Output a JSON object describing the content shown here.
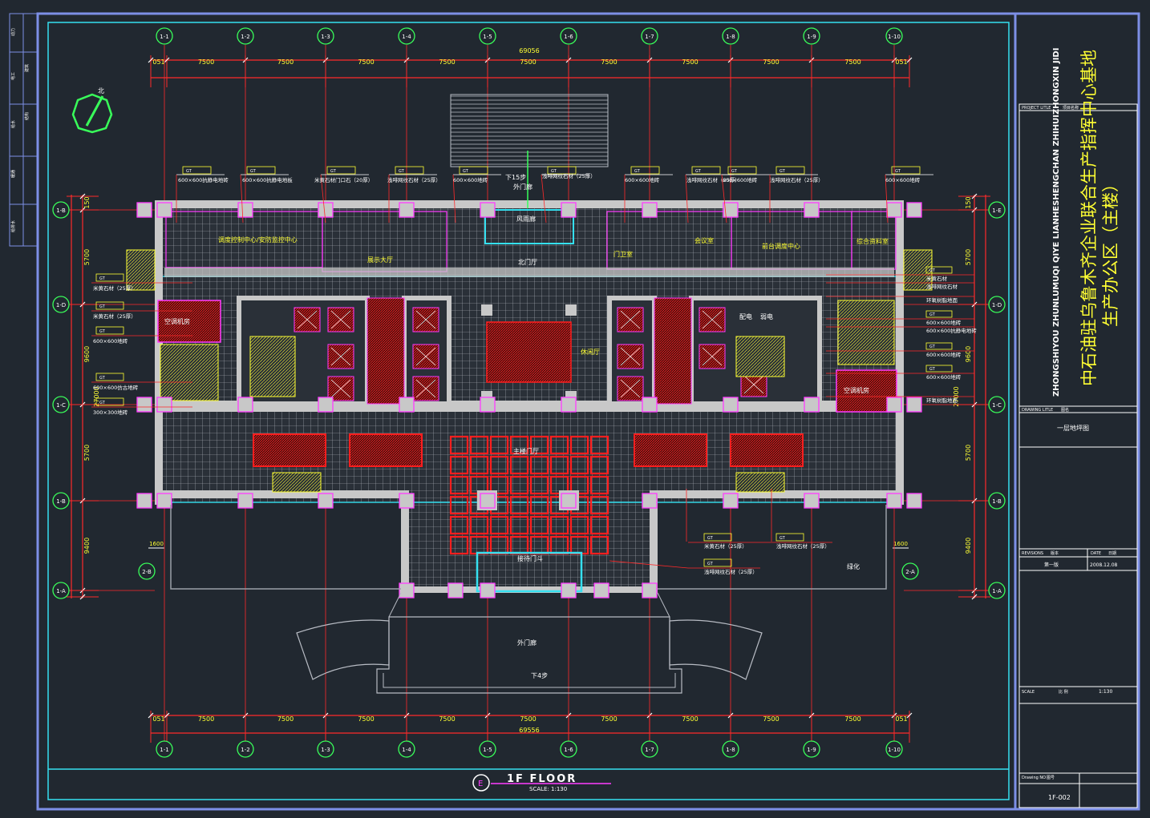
{
  "colors": {
    "background": "#212830",
    "frame": "#7d8fe6",
    "inner_frame": "#35e0f0",
    "wall": "#c8c8c8",
    "dim_line": "#ff2a2a",
    "dim_text": "#ffff33",
    "label_yellow": "#ffff33",
    "grid_circle": "#39ff5a",
    "red_hatch": "#ff1e1e",
    "magenta": "#ff3cff",
    "cyan": "#35e0f0",
    "green_edge": "#39ff5a"
  },
  "north_arrow_label": "北",
  "grid_columns_top": [
    "1-1",
    "1-2",
    "1-3",
    "1-4",
    "1-5",
    "1-6",
    "1-7",
    "1-8",
    "1-9",
    "1-10"
  ],
  "grid_columns_bottom": [
    "1-1",
    "1-2",
    "1-3",
    "1-4",
    "1-5",
    "1-6",
    "1-7",
    "1-8",
    "1-9",
    "1-10"
  ],
  "grid_rows_left": [
    "1-B",
    "1-D",
    "1-C",
    "1-B",
    "1-A"
  ],
  "grid_rows_right": [
    "1-E",
    "1-D",
    "1-C",
    "1-B",
    "1-A"
  ],
  "grid_minor": [
    "2-B",
    "2-A"
  ],
  "dims_top": {
    "total": "69056",
    "spans": [
      "051",
      "7500",
      "7500",
      "7500",
      "7500",
      "7500",
      "7500",
      "7500",
      "7500",
      "7500",
      "051"
    ]
  },
  "dims_bottom": {
    "total": "69556",
    "spans": [
      "051",
      "7500",
      "7500",
      "7500",
      "7500",
      "7500",
      "7500",
      "7500",
      "7500",
      "7500",
      "051"
    ]
  },
  "dims_left": {
    "total": "27000",
    "spans": [
      "150",
      "5700",
      "9600",
      "5700",
      "9400",
      "150"
    ]
  },
  "dims_right": {
    "total": "27000",
    "spans": [
      "150",
      "5700",
      "9600",
      "5700",
      "9400",
      "150"
    ]
  },
  "dims_side_small": [
    "1600",
    "1600"
  ],
  "top_callouts": [
    "600×600抗静电地砖",
    "600×600抗静电地板",
    "米黄石材门口石（20厚）",
    "浅啡网纹石材（25厚）",
    "600×600地砖",
    "浅啡网纹石材（25厚）",
    "600×600地砖",
    "浅啡网纹石材（25厚）",
    "600×600地砖",
    "浅啡网纹石材（25厚）",
    "600×600地砖"
  ],
  "left_callouts": [
    "米黄石材（25厚）",
    "米黄石材（25厚）",
    "600×600地砖",
    "600×600仿古地砖",
    "300×300地砖"
  ],
  "right_callouts": [
    "米黄石材",
    "浅啡网纹石材",
    "环氧树脂地面",
    "600×600地砖",
    "600×600抗静电地砖",
    "600×600地砖",
    "600×600地砖",
    "环氧树脂地面"
  ],
  "bottom_callouts": [
    "米黄石材（25厚）",
    "浅啡网纹石材（25厚）",
    "浅啡网纹石材（25厚）"
  ],
  "callout_tag": "GT",
  "rooms": {
    "monitor_center": "调度控制中心/安防监控中心",
    "corridor_small": "展示大厅",
    "vestibule": "风雨廊",
    "north_hall": "北门厅",
    "down_steps_top": "下15步",
    "entry_gate": "外门廊",
    "ac_left": "空调机房",
    "ac_right": "空调机房",
    "rest_hall": "休闲厅",
    "main_hall": "主楼门厅",
    "entrance": "接待门斗",
    "porch": "外门廊",
    "down_steps_bottom": "下4步",
    "planting": "绿化",
    "office_a": "会议室",
    "office_b": "前台调度中心",
    "office_c": "综合资料室",
    "hardware": "门卫室",
    "electric": "配电",
    "weak": "弱电"
  },
  "title_block": {
    "side_cells": [
      "动力",
      "电工",
      "给水",
      "暖通",
      "给排水",
      "建筑",
      "结构"
    ],
    "project_title_label": "PROJECT LITLE",
    "project_title_cn": "项目名称",
    "project_name_pinyin_1": "ZHONGSHIYOU ZHUNLUMUQI QIYE LIANHESHENGCHAN ZHIHUIZHONGXIN JIDI",
    "project_name_cn_1": "中石油驻乌鲁木齐企业联合生产指挥中心基地",
    "project_name_cn_2": "生产办公区（主楼）",
    "drawing_title_label": "DRAWING LITLE",
    "drawing_title_cn": "图名",
    "drawing_title": "一层地坪图",
    "revision_label": "REVISIONS",
    "revision_cn": "版本",
    "date_label": "DATE",
    "date_cn": "日期",
    "revision_value": "第一版",
    "date_value": "2008.12.08",
    "scale_label": "SCALE",
    "scale_cn": "比 例",
    "scale_value": "1:130",
    "drawing_no_label": "Drawing NO",
    "drawing_no_cn": "图号",
    "drawing_no": "1F-002"
  },
  "floor_title": {
    "marker": "E",
    "title": "1F   FLOOR",
    "scale": "SCALE: 1:130"
  }
}
